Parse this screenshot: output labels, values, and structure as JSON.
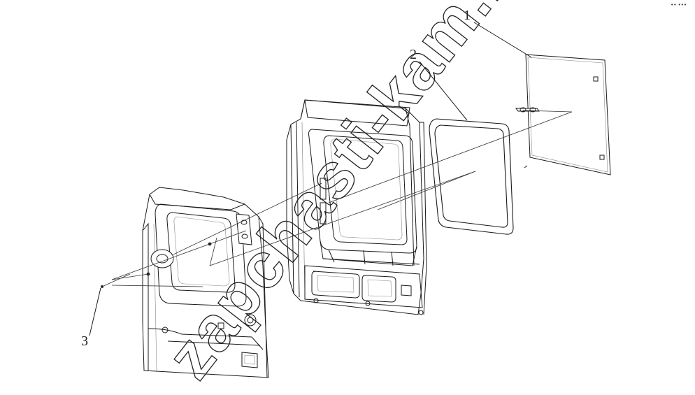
{
  "diagram": {
    "callouts": [
      {
        "id": "1",
        "label": "1"
      },
      {
        "id": "2",
        "label": "2"
      },
      {
        "id": "3",
        "label": "3"
      }
    ],
    "watermark": "zapchasti-kam.ru",
    "corner_mark": "•• •••"
  },
  "colors": {
    "line": "#1a1a1a",
    "light_line": "#666666",
    "watermark": "#222222",
    "background": "#ffffff"
  }
}
